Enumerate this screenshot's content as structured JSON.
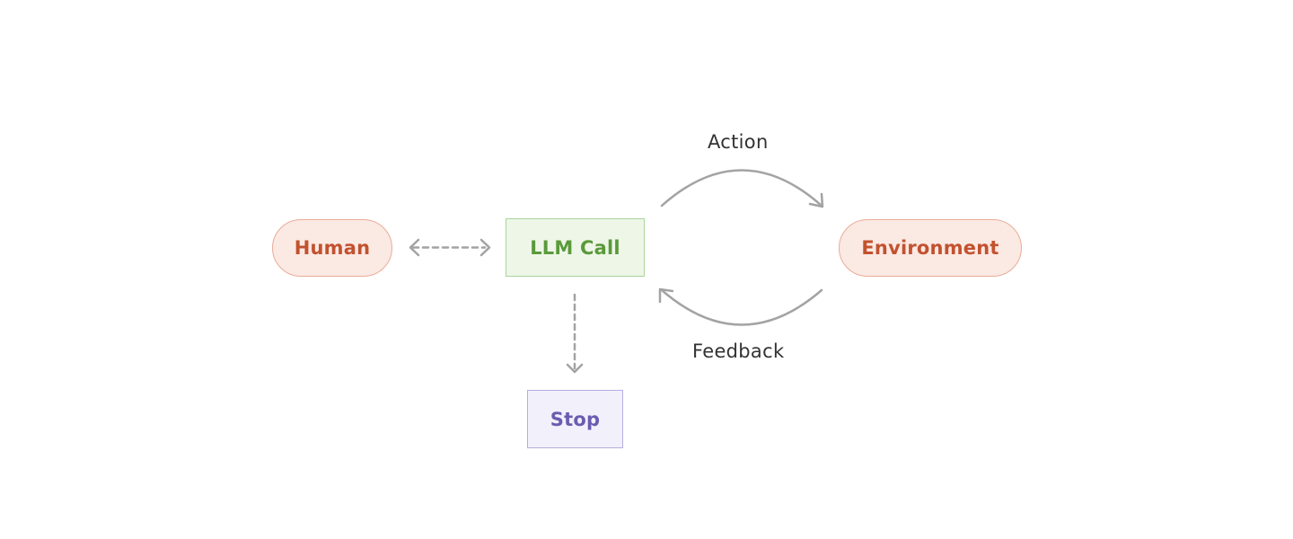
{
  "nodes": {
    "human": "Human",
    "llm_call": "LLM Call",
    "environment": "Environment",
    "stop": "Stop"
  },
  "edges": {
    "action": "Action",
    "feedback": "Feedback"
  },
  "colors": {
    "terminal_fill": "#fbe9e3",
    "terminal_border": "#e9ad98",
    "terminal_text": "#c2522f",
    "llm_fill": "#eef6e8",
    "llm_border": "#a9d59a",
    "llm_text": "#5a9a3a",
    "stop_fill": "#f2f0fa",
    "stop_border": "#b5ace0",
    "stop_text": "#6a5cb0",
    "arrow": "#a3a3a3"
  }
}
